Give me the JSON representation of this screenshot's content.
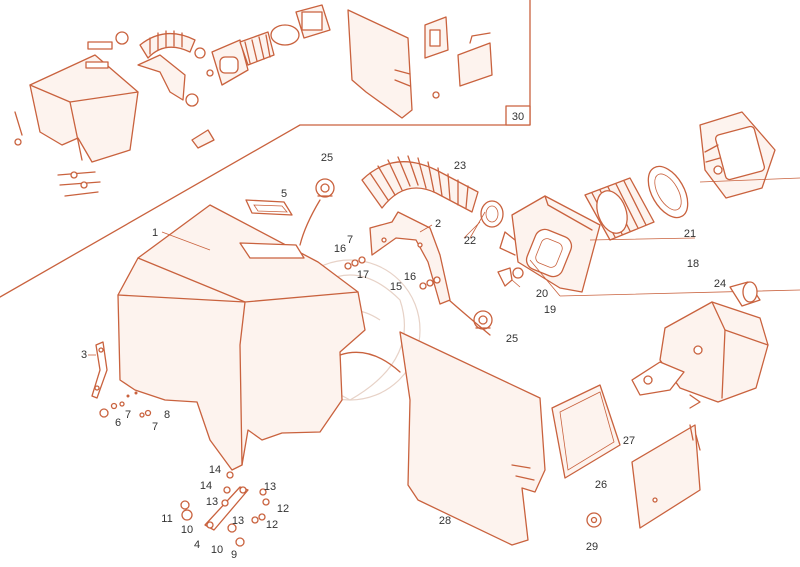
{
  "colors": {
    "line": "#c9623e",
    "fill": "#fdf3ee",
    "label": "#333333",
    "background": "#ffffff"
  },
  "labels": {
    "p1": "1",
    "p2": "2",
    "p3": "3",
    "p4": "4",
    "p5": "5",
    "p6": "6",
    "p7a": "7",
    "p7b": "7",
    "p7c": "7",
    "p8": "8",
    "p9": "9",
    "p10a": "10",
    "p10b": "10",
    "p11": "11",
    "p12a": "12",
    "p12b": "12",
    "p13a": "13",
    "p13b": "13",
    "p13c": "13",
    "p14a": "14",
    "p14b": "14",
    "p15": "15",
    "p16a": "16",
    "p16b": "16",
    "p17": "17",
    "p18": "18",
    "p19": "19",
    "p20": "20",
    "p21": "21",
    "p22": "22",
    "p23": "23",
    "p24": "24",
    "p25a": "25",
    "p25b": "25",
    "p26": "26",
    "p27": "27",
    "p28": "28",
    "p29": "29",
    "p30": "30"
  }
}
